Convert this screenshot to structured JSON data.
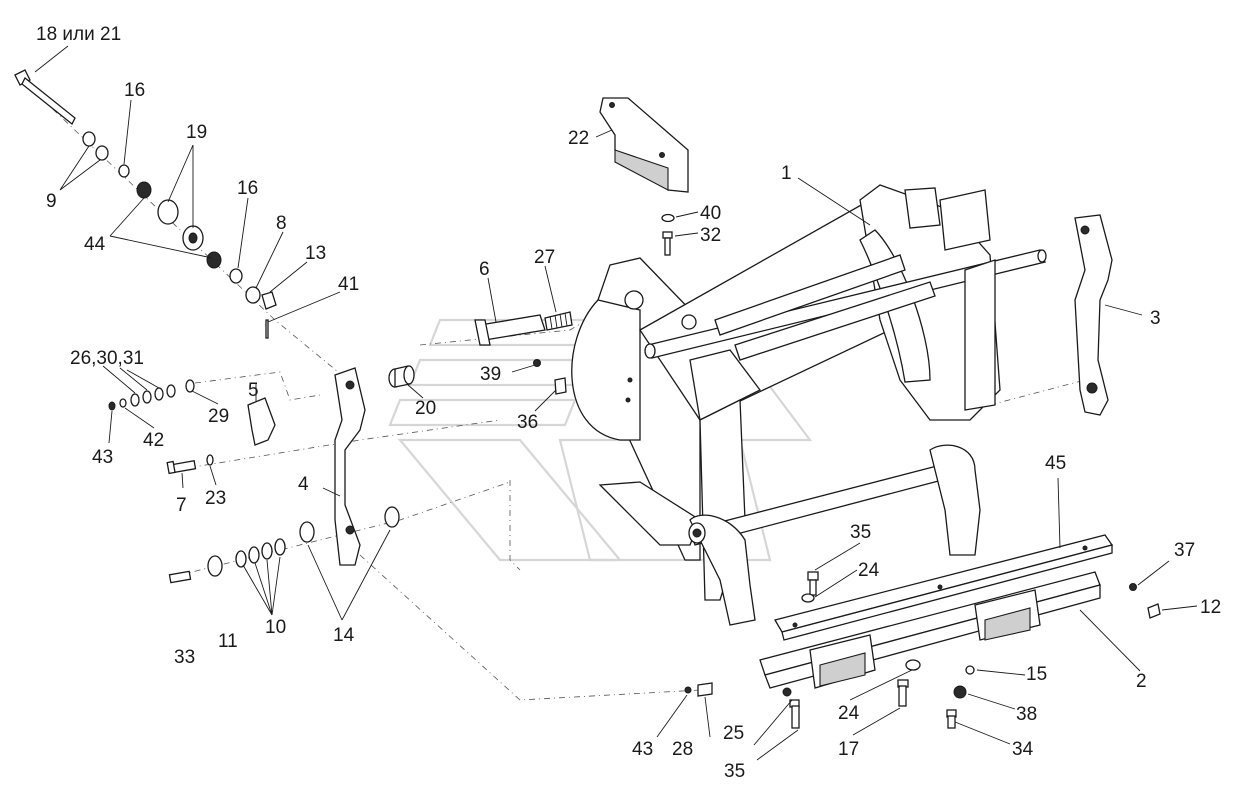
{
  "labels": {
    "l18or21": "18 или 21",
    "l16a": "16",
    "l19": "19",
    "l9": "9",
    "l44": "44",
    "l16b": "16",
    "l8": "8",
    "l13": "13",
    "l41": "41",
    "l22": "22",
    "l40": "40",
    "l32": "32",
    "l1": "1",
    "l6": "6",
    "l27": "27",
    "l3": "3",
    "l26_30_31": "26,30,31",
    "l5": "5",
    "l29": "29",
    "l42": "42",
    "l43a": "43",
    "l39": "39",
    "l20": "20",
    "l36": "36",
    "l7": "7",
    "l23": "23",
    "l4": "4",
    "l45": "45",
    "l35a": "35",
    "l24a": "24",
    "l37": "37",
    "l12": "12",
    "l33": "33",
    "l11": "11",
    "l10": "10",
    "l14": "14",
    "l15": "15",
    "l2": "2",
    "l38": "38",
    "l43b": "43",
    "l28": "28",
    "l25": "25",
    "l24b": "24",
    "l17": "17",
    "l34": "34",
    "l35b": "35"
  }
}
